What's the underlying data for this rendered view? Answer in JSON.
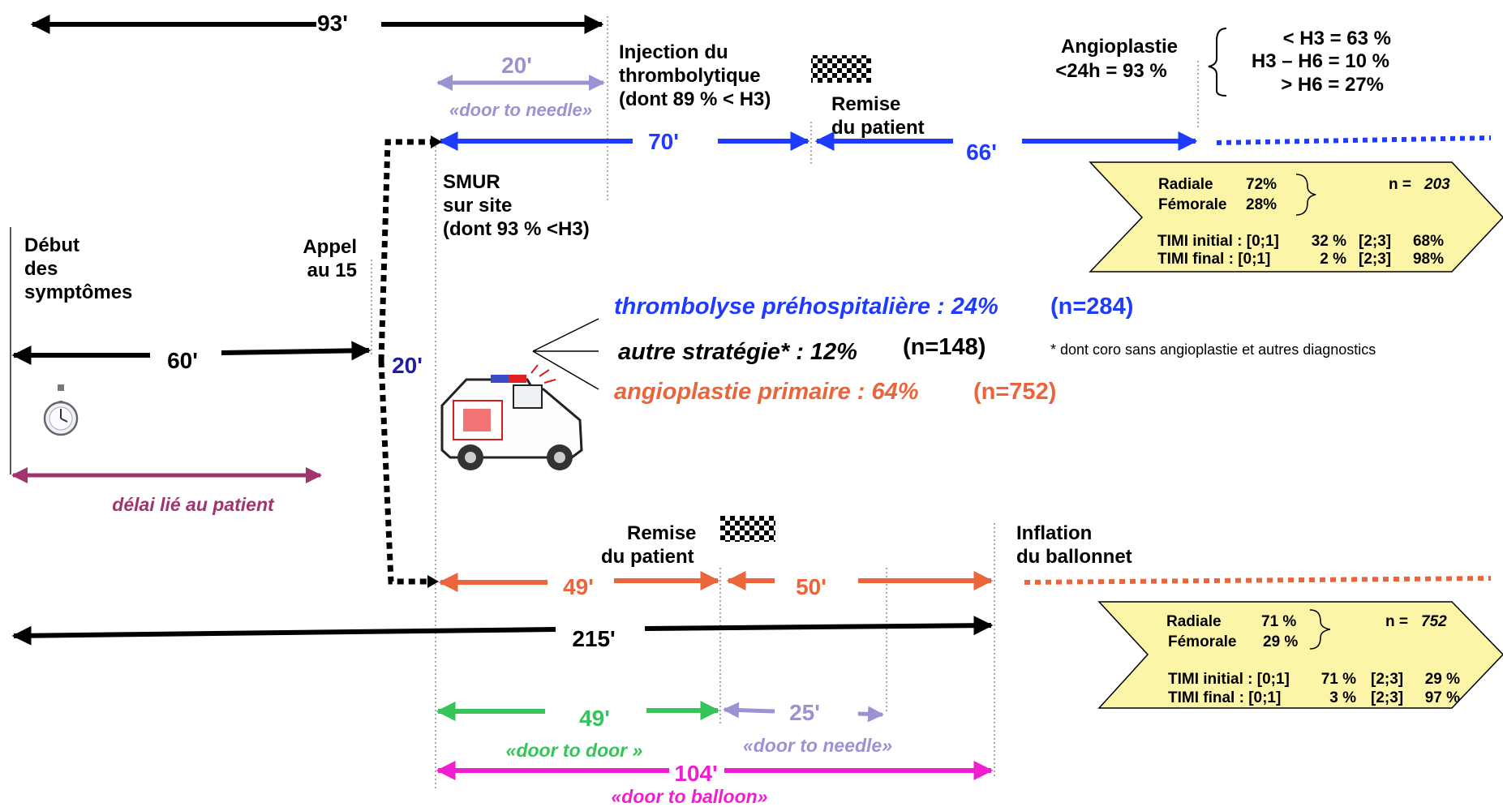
{
  "colors": {
    "black": "#000000",
    "blue": "#1f3bff",
    "lavender": "#9a93d3",
    "orange": "#ea643c",
    "green": "#36c35a",
    "magenta": "#ef1fcf",
    "plum": "#a1336d",
    "navy": "#1f1ca8",
    "box_fill": "#fcf4a6"
  },
  "icons": [
    "stopwatch-icon",
    "ambulance-icon",
    "checkered-flag-icon"
  ],
  "top": {
    "t93": "93'",
    "t20": "20'",
    "door_to_needle": "«door to needle»",
    "injection": [
      "Injection du",
      "thrombolytique",
      "(dont  89 % < H3)"
    ],
    "remise": [
      "Remise",
      "du patient"
    ],
    "t70": "70'",
    "t66": "66'",
    "smur": [
      "SMUR",
      "sur site",
      "(dont 93 % <H3)"
    ],
    "angioplastie": [
      "Angioplastie",
      "<24h  =  93  %"
    ],
    "brackets": [
      "< H3   = 63 %",
      "H3 – H6   = 10 %",
      "> H6   = 27%"
    ],
    "box": {
      "r1": [
        "Radiale",
        "72%"
      ],
      "r2": [
        "Fémorale",
        "28%"
      ],
      "n_label": "n = ",
      "n_value": "203",
      "timi1": [
        "TIMI initial : [0;1]",
        "32 %",
        "[2;3]",
        "68%"
      ],
      "timi2": [
        "TIMI final   : [0;1]",
        "2 %",
        "[2;3]",
        "98%"
      ]
    }
  },
  "left": {
    "debut": [
      "Début",
      "des",
      "symptômes"
    ],
    "appel": [
      "Appel",
      "au 15"
    ],
    "t60": "60'",
    "t20": "20'",
    "delai": "délai lié au patient"
  },
  "middle": {
    "thrombo": "thrombolyse préhospitalière : 24%",
    "thrombo_n": "(n=284)",
    "autre": "autre stratégie* : 12%",
    "autre_n": "(n=148)",
    "footnote": "* dont coro sans angioplastie et autres diagnostics",
    "angio": "angioplastie primaire : 64%",
    "angio_n": "(n=752)"
  },
  "bottom": {
    "remise": [
      "Remise",
      "du patient"
    ],
    "inflation": [
      "Inflation",
      "du  ballonnet"
    ],
    "t49": "49'",
    "t50": "50'",
    "t215": "215'",
    "g49": "49'",
    "t25": "25'",
    "door_to_door": "«door to door »",
    "door_to_needle": "«door to needle»",
    "t104": "104'",
    "door_to_balloon": "«door to balloon»",
    "box": {
      "r1": [
        "Radiale",
        "71 %"
      ],
      "r2": [
        "Fémorale",
        "29 %"
      ],
      "n_label": "n = ",
      "n_value": "752",
      "timi1": [
        "TIMI initial : [0;1]",
        "71 %",
        "[2;3]",
        "29 %"
      ],
      "timi2": [
        "TIMI final   : [0;1]",
        "3 %",
        "[2;3]",
        "97 %"
      ]
    }
  }
}
